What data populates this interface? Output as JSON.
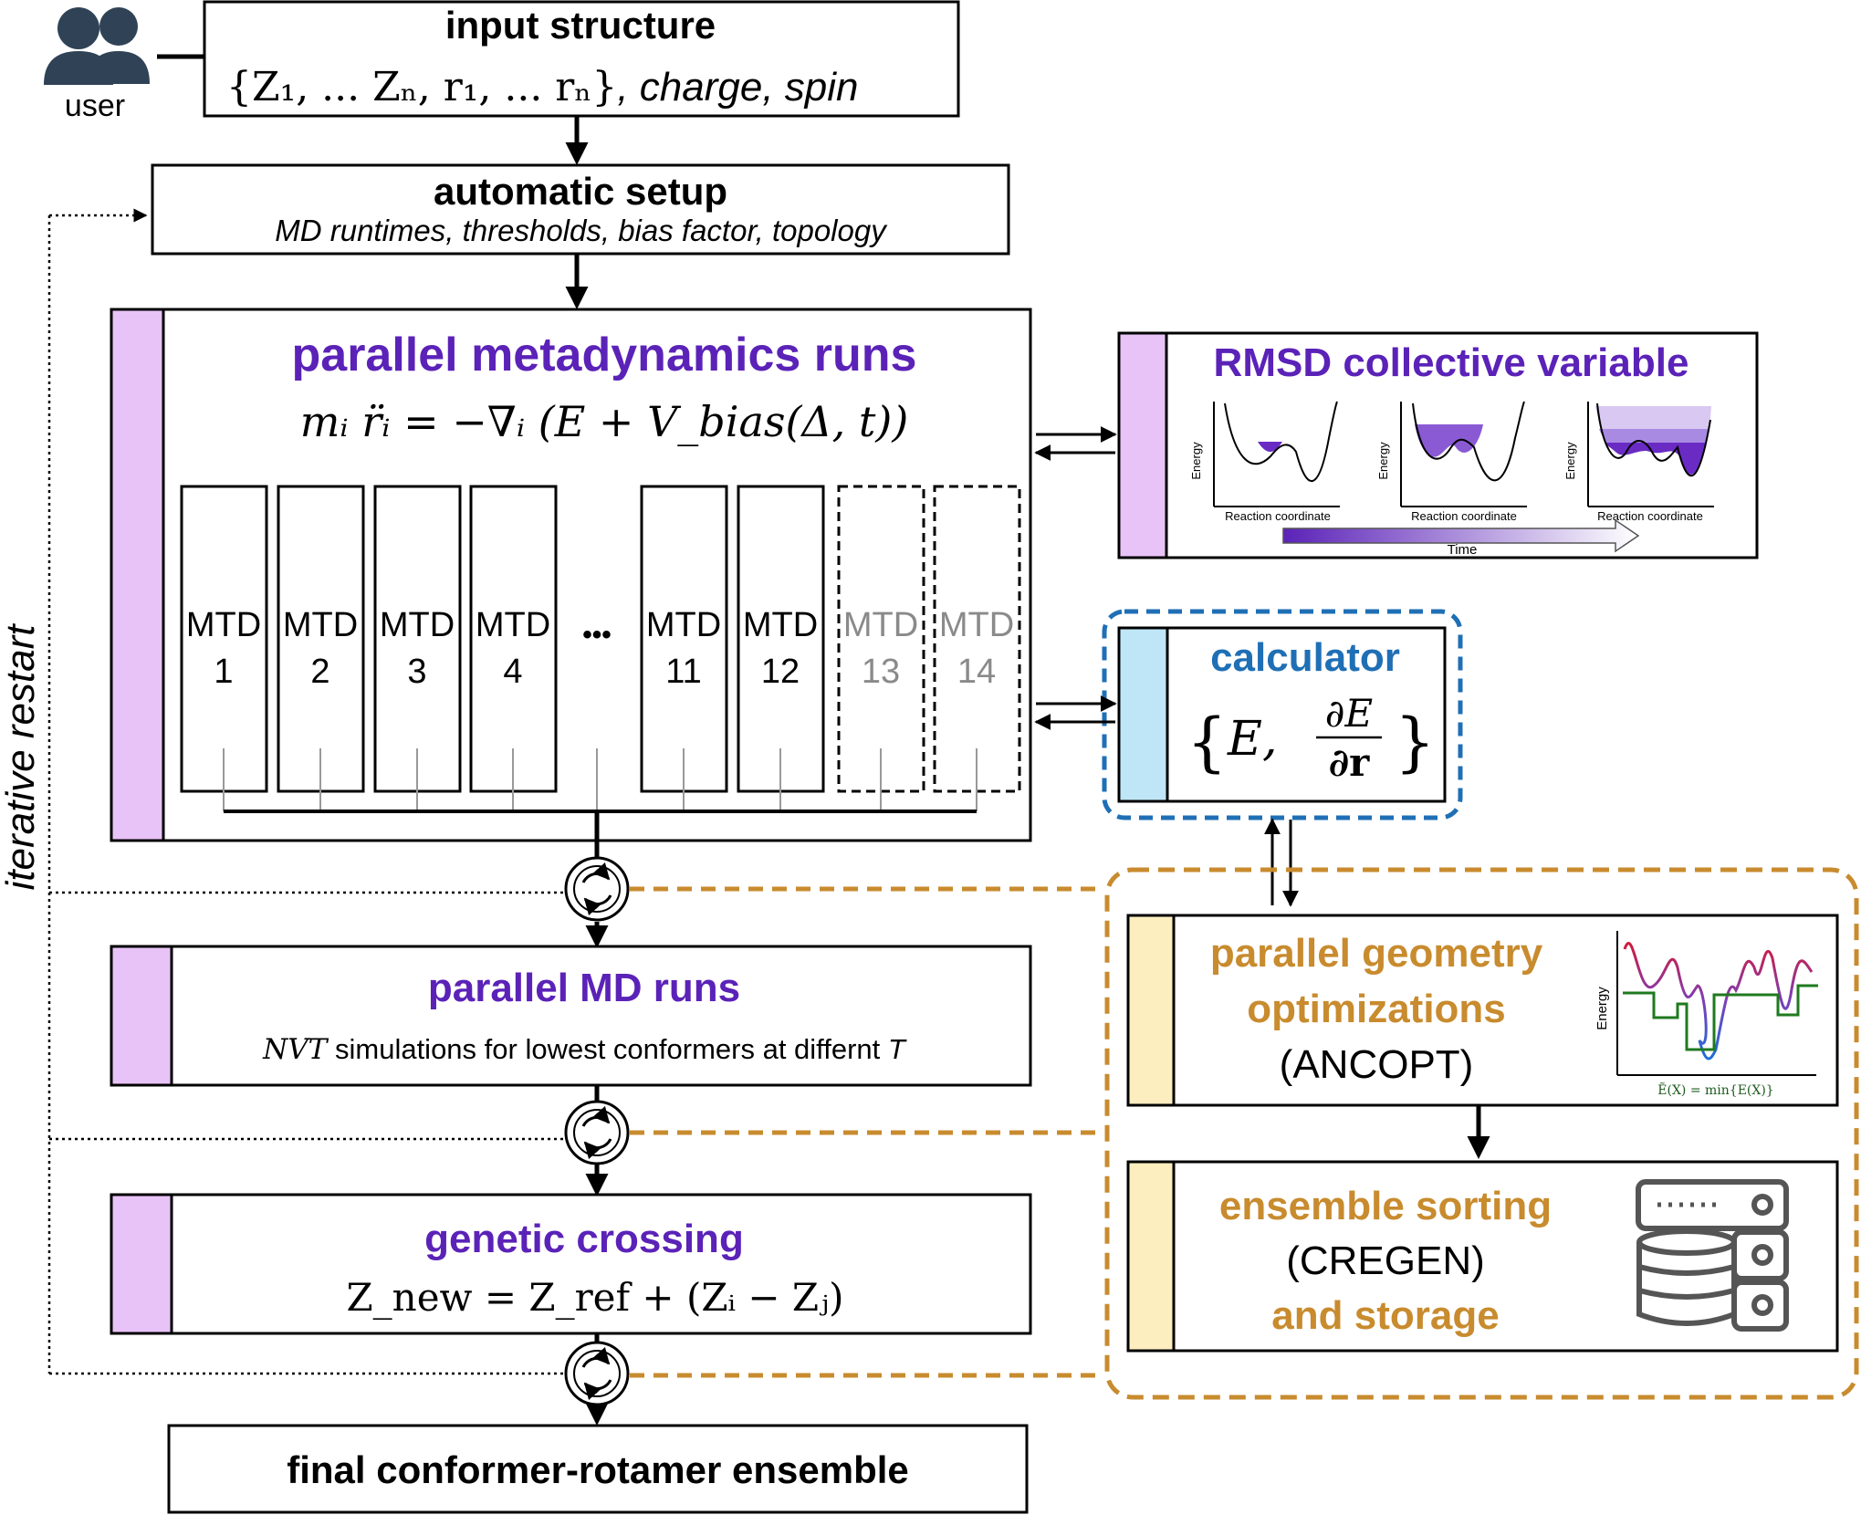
{
  "user": {
    "label": "user"
  },
  "input": {
    "title": "input structure",
    "formula": "{Z₁, ... Zₙ, r₁, ... rₙ}",
    "suffix": ", charge, spin"
  },
  "setup": {
    "title": "automatic setup",
    "subtitle": "MD runtimes, thresholds, bias factor, topology"
  },
  "mtd": {
    "title": "parallel metadynamics runs",
    "equation": "mᵢ r̈ᵢ = −∇ᵢ (E + V_bias(Δ, t))",
    "runs": [
      {
        "label": "MTD",
        "num": "1",
        "state": "active"
      },
      {
        "label": "MTD",
        "num": "2",
        "state": "active"
      },
      {
        "label": "MTD",
        "num": "3",
        "state": "active"
      },
      {
        "label": "MTD",
        "num": "4",
        "state": "active"
      },
      {
        "label": "MTD",
        "num": "11",
        "state": "active"
      },
      {
        "label": "MTD",
        "num": "12",
        "state": "active"
      },
      {
        "label": "MTD",
        "num": "13",
        "state": "dashed"
      },
      {
        "label": "MTD",
        "num": "14",
        "state": "dashed"
      }
    ],
    "ellipsis": "•••"
  },
  "rmsd": {
    "title": "RMSD collective variable",
    "y_axis_label": "Energy",
    "x_axis_label": "Reaction coordinate",
    "time_label": "Time"
  },
  "calculator": {
    "title": "calculator",
    "formula_E": "E,",
    "formula_num": "∂E",
    "formula_den": "∂r"
  },
  "md": {
    "title": "parallel MD runs",
    "math": "NVT",
    "text_mid": " simulations for lowest conformers at diffe",
    "text_end": "rnt ",
    "math_T": "T"
  },
  "gc": {
    "title": "genetic crossing",
    "equation": "Z_new = Z_ref + (Zᵢ − Zⱼ)"
  },
  "final": {
    "title": "final conformer-rotamer ensemble"
  },
  "side_label": "iterative restart",
  "opt": {
    "title_line1": "parallel geometry",
    "title_line2": "optimizations",
    "sub": "(ANCOPT)",
    "y_axis_label": "Energy",
    "formula": "Ẽ(X) = min{E(X)}"
  },
  "sort": {
    "title_line1": "ensemble sorting",
    "sub": "(CREGEN)",
    "title_line3": "and storage"
  },
  "colors": {
    "purple": "#5b22b8",
    "lilac": "#e8c3f7",
    "blue": "#1f6fb5",
    "light_blue": "#bfe6f6",
    "gold": "#c88b2e",
    "light_gold": "#fdeec0",
    "gray_text": "#8a8a8a",
    "icon_dark": "#2f4256"
  },
  "icons": [
    "users-icon",
    "cycle-icon",
    "database-server-icon"
  ]
}
